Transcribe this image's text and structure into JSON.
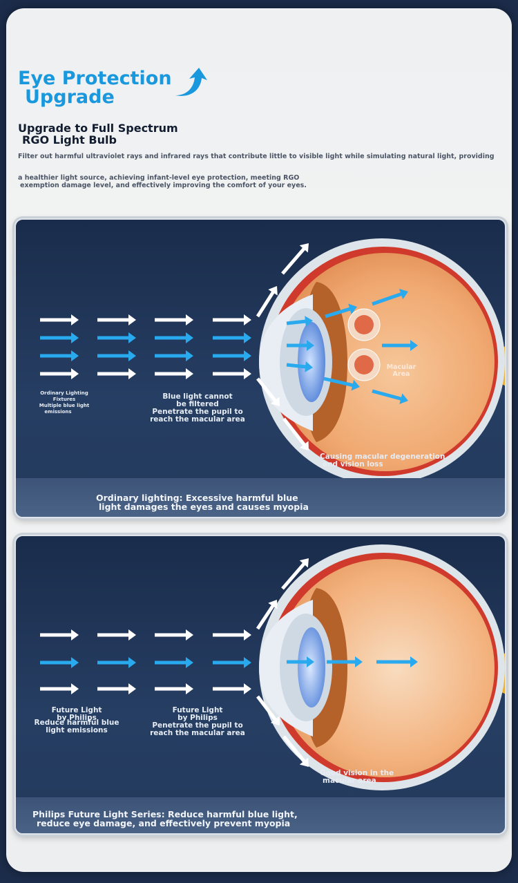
{
  "header": {
    "title_line1": "Eye Protection",
    "title_line2": "Upgrade",
    "subtitle_line1": "Upgrade to Full Spectrum",
    "subtitle_line2": "RGO Light Bulb",
    "description_line1": "Filter out harmful ultraviolet rays and infrared rays that contribute little to visible light while simulating natural light, providing",
    "description_line2": "a healthier light source, achieving infant-level eye protection, meeting RGO",
    "description_line3": "exemption damage level, and effectively improving the comfort of your eyes.",
    "accent_color": "#1a98dd"
  },
  "panel_ordinary": {
    "source_label_line1": "Ordinary Lighting",
    "source_label_line2": "Fixtures",
    "source_label_line3": "Multiple blue light",
    "source_label_line4": "emissions",
    "middle_label_line1": "Blue light cannot",
    "middle_label_line2": "be filtered",
    "middle_label_line3": "Penetrate the pupil to",
    "middle_label_line4": "reach the macular area",
    "macular_label_line1": "Macular",
    "macular_label_line2": "Area",
    "result_label_line1": "Causing macular degeneration",
    "result_label_line2": "and vision loss",
    "caption_line1": "Ordinary lighting: Excessive harmful blue",
    "caption_line2": "light damages the eyes and causes myopia"
  },
  "panel_philips": {
    "source_label_line1": "Future Light",
    "source_label_line2": "by Philips",
    "source_label_line3": "Reduce harmful blue",
    "source_label_line4": "light emissions",
    "middle_label_line1": "Future Light",
    "middle_label_line2": "by Philips",
    "middle_label_line3": "Penetrate the pupil to",
    "middle_label_line4": "reach the macular area",
    "result_label_line1": "Good vision in the",
    "result_label_line2": "macular area",
    "caption_line1": "Philips Future Light Series: Reduce harmful blue light,",
    "caption_line2": "reduce eye damage, and effectively prevent myopia"
  },
  "colors": {
    "blue_ray": "#29a9ee",
    "white_ray": "#ffffff",
    "panel_bg": "#1c2f50"
  },
  "icons": {
    "upgrade": "curved-up-arrow-icon",
    "ray": "arrow-right-icon",
    "eye": "eyeball-cross-section"
  }
}
